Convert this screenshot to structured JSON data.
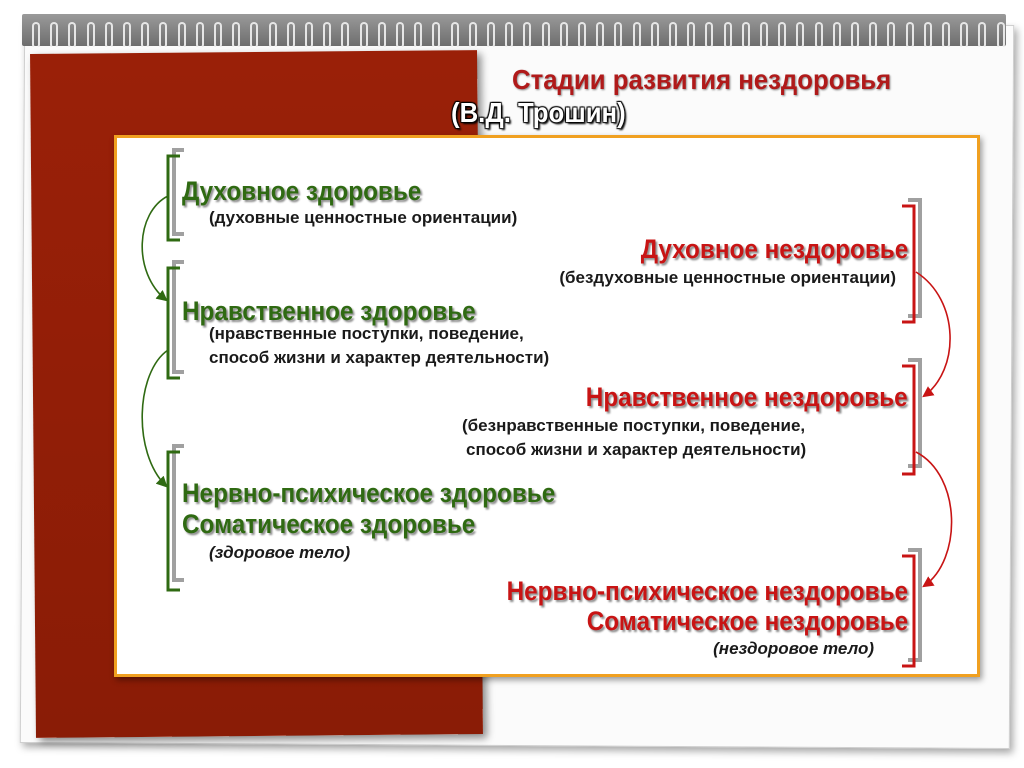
{
  "title": "Стадии развития нездоровья",
  "subtitle": "(В.Д. Трошин)",
  "left": [
    {
      "heading": "Духовное здоровье",
      "desc": [
        "(духовные ценностные ориентации)"
      ]
    },
    {
      "heading": "Нравственное здоровье",
      "desc": [
        "(нравственные поступки, поведение,",
        "способ жизни и характер деятельности)"
      ]
    },
    {
      "heading": [
        "Нервно-психическое здоровье",
        "Соматическое здоровье"
      ],
      "desc": [
        "(здоровое тело)"
      ]
    }
  ],
  "right": [
    {
      "heading": "Духовное нездоровье",
      "desc": [
        "(бездуховные ценностные ориентации)"
      ]
    },
    {
      "heading": "Нравственное нездоровье",
      "desc": [
        "(безнравственные поступки, поведение,",
        "способ жизни и характер деятельности)"
      ]
    },
    {
      "heading": [
        "Нервно-психическое нездоровье",
        "Соматическое нездоровье"
      ],
      "desc": [
        "(нездоровое тело)"
      ]
    }
  ],
  "colors": {
    "health": "#2f6a12",
    "illness": "#c81414",
    "cover": "#8a1c06",
    "panel_border": "#f0a020"
  }
}
